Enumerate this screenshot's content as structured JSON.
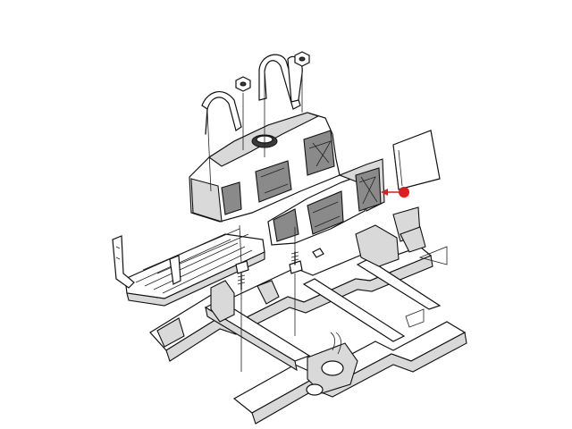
{
  "diagram": {
    "colors": {
      "background": "#ffffff",
      "linework": "#111111",
      "shading": "#8a8a8a",
      "indicator": "#e01b1b"
    },
    "parts": [
      "fuel-tank",
      "tank-strap-left",
      "tank-strap-right",
      "heat-shield",
      "skid-plate",
      "frame",
      "strap-nut-left",
      "strap-nut-right",
      "mounting-bolt-left",
      "mounting-bolt-center",
      "small-fastener"
    ],
    "indicator_icon": "red-dot-arrow"
  }
}
